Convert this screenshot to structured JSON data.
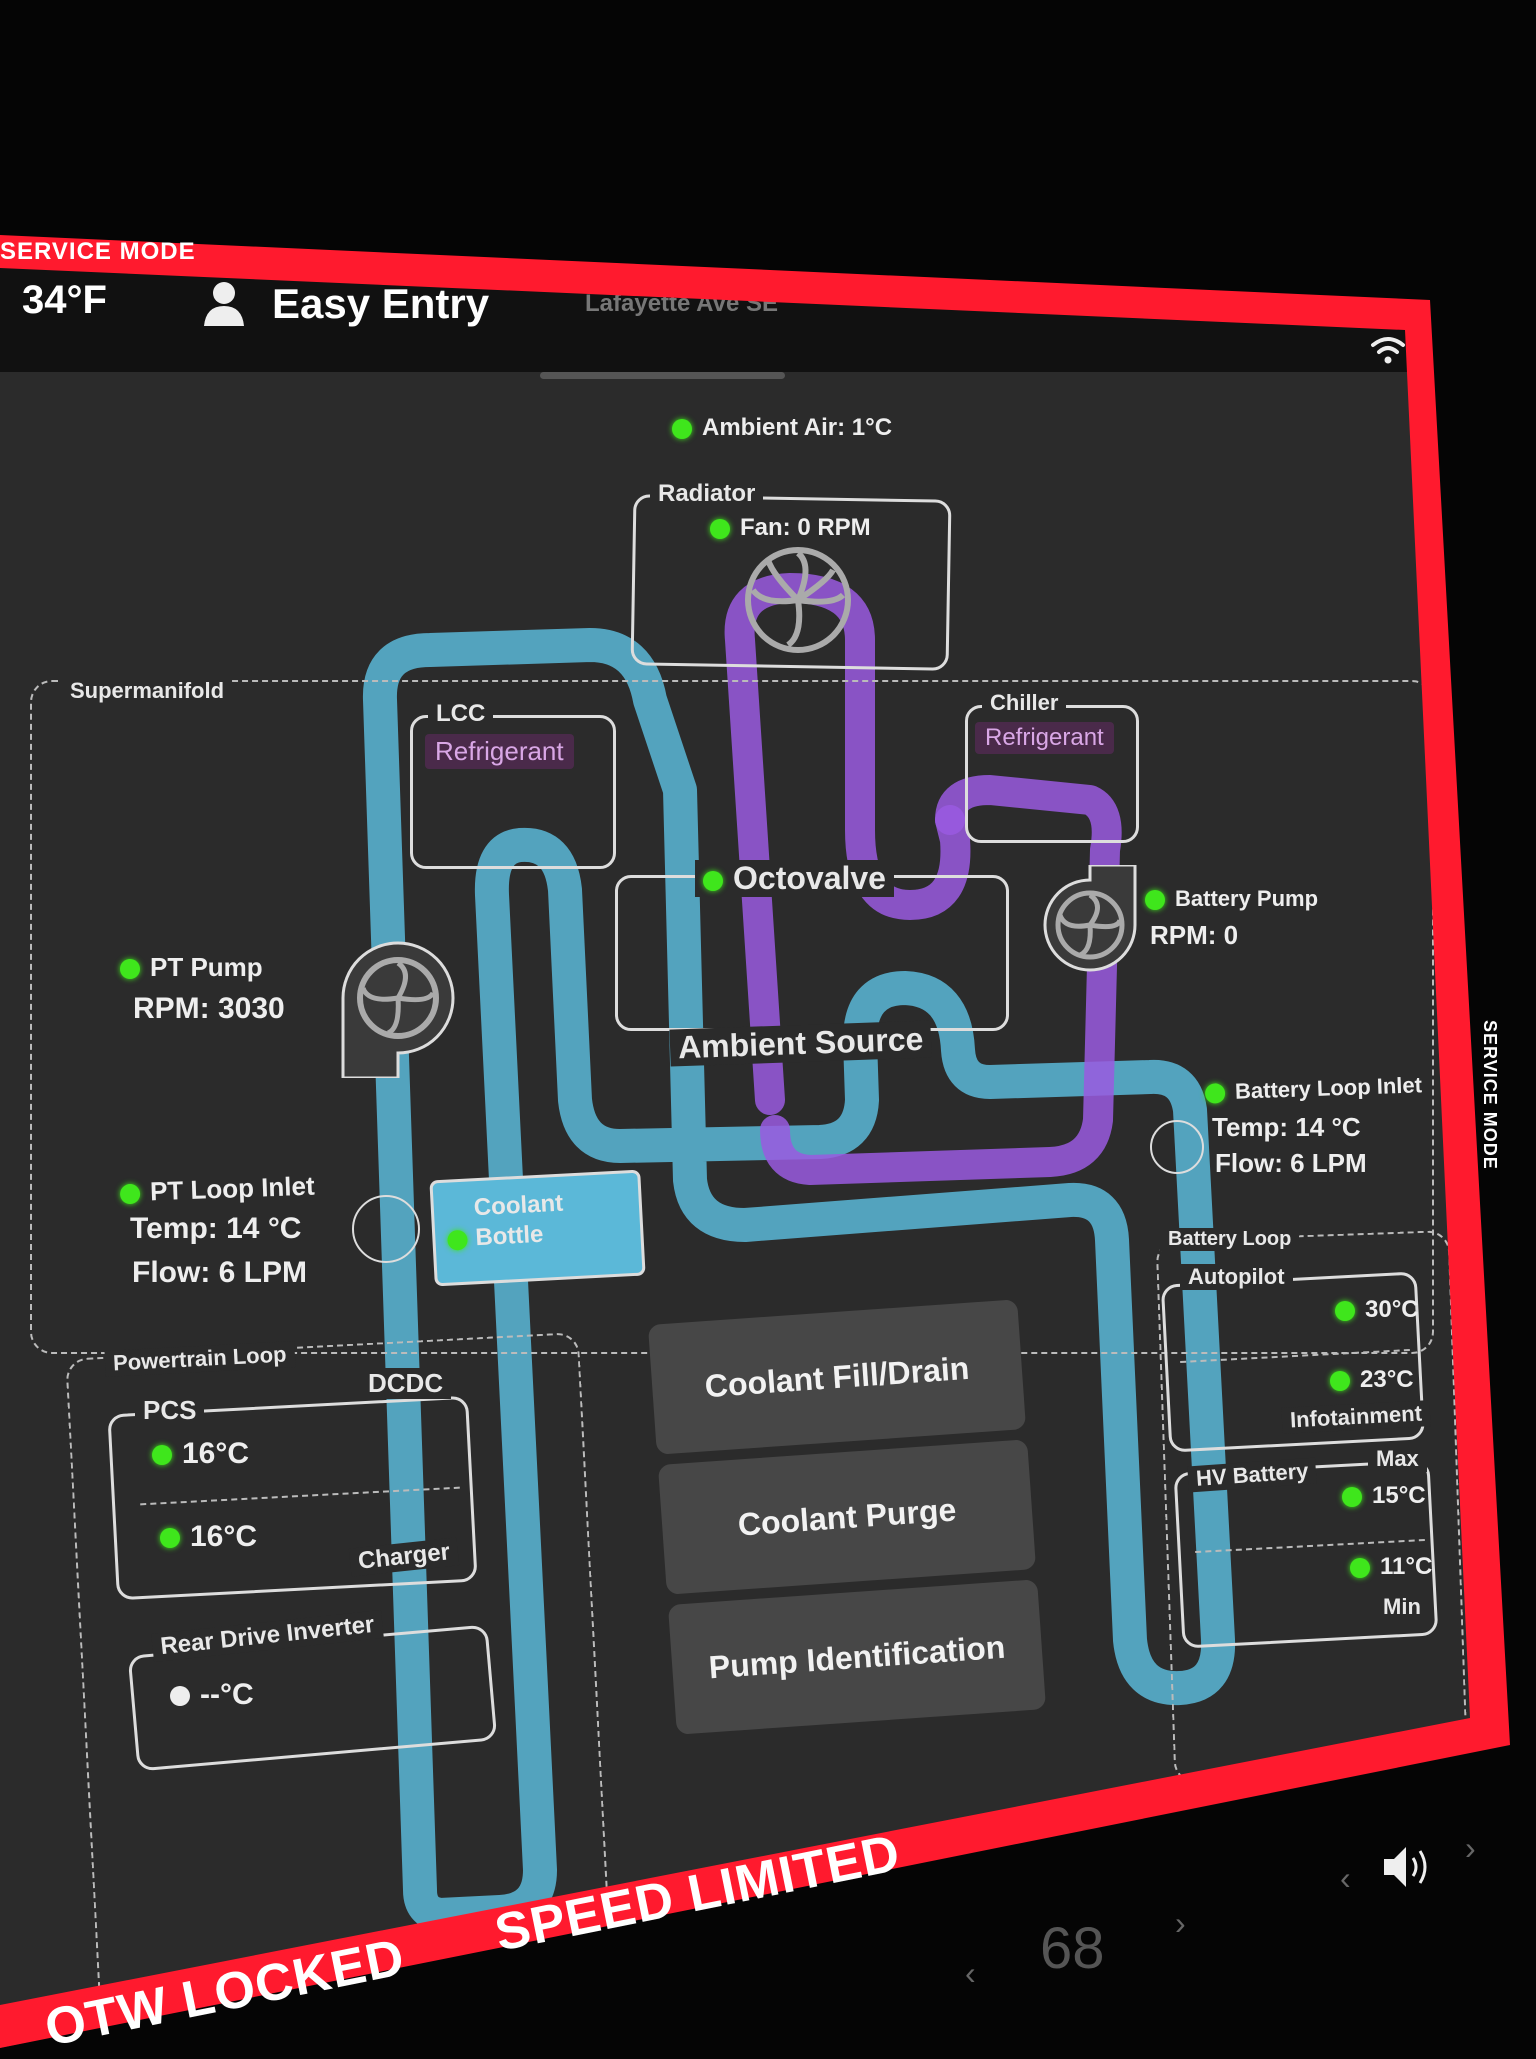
{
  "header": {
    "service_mode_banner": "SERVICE MODE",
    "outside_temp": "34°F",
    "profile_name": "Easy Entry",
    "map_street": "Lafayette Ave SE",
    "icons": [
      "person-icon",
      "wifi-icon"
    ]
  },
  "thermal": {
    "ambient_air": "Ambient Air: 1°C",
    "radiator": {
      "title": "Radiator",
      "fan": "Fan: 0 RPM"
    },
    "supermanifold_label": "Supermanifold",
    "lcc": {
      "title": "LCC",
      "refrigerant": "Refrigerant"
    },
    "chiller": {
      "title": "Chiller",
      "refrigerant": "Refrigerant"
    },
    "octovalve": "Octovalve",
    "ambient_source": "Ambient Source",
    "pt_pump": {
      "title": "PT Pump",
      "rpm": "RPM: 3030"
    },
    "battery_pump": {
      "title": "Battery Pump",
      "rpm": "RPM: 0"
    },
    "battery_loop_inlet": {
      "title": "Battery Loop Inlet",
      "temp": "Temp: 14 °C",
      "flow": "Flow: 6 LPM"
    },
    "pt_loop_inlet": {
      "title": "PT Loop Inlet",
      "temp": "Temp: 14 °C",
      "flow": "Flow: 6 LPM"
    },
    "coolant_bottle": {
      "line1": "Coolant",
      "line2": "Bottle"
    }
  },
  "powertrain_loop": {
    "label": "Powertrain Loop",
    "pcs_label": "PCS",
    "dcdc_label": "DCDC",
    "pcs_temp": "16°C",
    "dcdc_temp": "16°C",
    "charger_label": "Charger",
    "rdi_label": "Rear Drive Inverter",
    "rdi_temp": "--°C"
  },
  "battery_loop": {
    "label": "Battery Loop",
    "autopilot_label": "Autopilot",
    "autopilot_temp": "30°C",
    "infotainment_temp": "23°C",
    "infotainment_label": "Infotainment",
    "hv_label": "HV Battery",
    "max_label": "Max",
    "max_temp": "15°C",
    "min_temp": "11°C",
    "min_label": "Min"
  },
  "actions": {
    "fill_drain": "Coolant Fill/Drain",
    "purge": "Coolant Purge",
    "pump_id": "Pump Identification"
  },
  "footer": {
    "banner_left": "OTW LOCKED",
    "banner_right": "SPEED LIMITED",
    "side_banner": "SERVICE MODE",
    "cabin_temp": "68",
    "icons": [
      "speaker-icon",
      "chevron-left-icon",
      "chevron-right-icon"
    ]
  },
  "colors": {
    "coolant": "#5bb8d8",
    "refrigerant": "#9a5be0",
    "status_ok": "#3fe61c",
    "alert": "#ff1a2e"
  }
}
